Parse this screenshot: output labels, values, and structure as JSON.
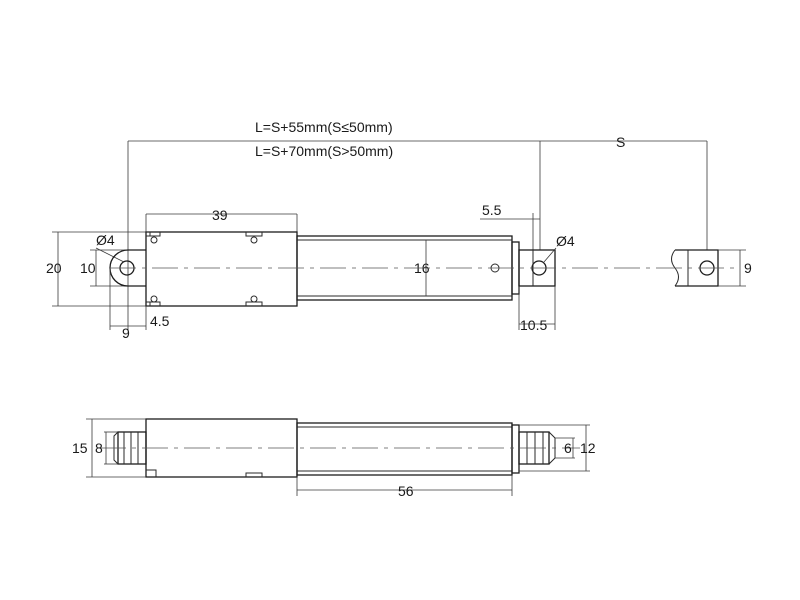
{
  "formula": {
    "short_stroke": "L=S+55mm(S≤50mm)",
    "long_stroke": "L=S+70mm(S>50mm)"
  },
  "dims": {
    "stroke": "S",
    "housing_length": "39",
    "rod_offset": "5.5",
    "hole_dia_rear": "Ø4",
    "hole_dia_front": "Ø4",
    "total_height": "20",
    "eye_height": "10",
    "tube_dia": "16",
    "rod_end_width": "9",
    "rear_eye_offset": "9",
    "rear_eye_gap": "4.5",
    "front_eye_length": "10.5",
    "bottom_height_outer": "15",
    "bottom_height_inner": "8",
    "front_pin_dia": "6",
    "front_pin_outer": "12",
    "tube_length": "56"
  }
}
